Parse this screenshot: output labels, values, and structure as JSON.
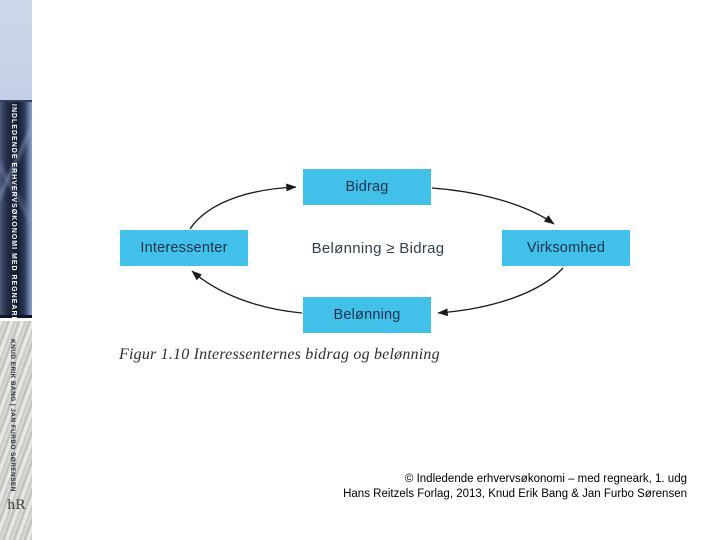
{
  "spine": {
    "series_title": "INDLEDENDE ERHVERVSØKONOMI MED REGNEARK",
    "authors": "KNUD ERIK BANG | JAN FURBO SØRENSEN",
    "publisher_logo": "hR"
  },
  "diagram": {
    "type": "cycle",
    "nodes": {
      "top": "Bidrag",
      "left": "Interessenter",
      "right": "Virksomhed",
      "bottom": "Belønning"
    },
    "center_text": "Belønning ≥ Bidrag",
    "flow": [
      "Interessenter → Bidrag",
      "Bidrag → Virksomhed",
      "Virksomhed → Belønning",
      "Belønning → Interessenter"
    ],
    "colors": {
      "node_fill": "#41c0ea",
      "node_text": "#17324a",
      "arrow": "#1a1a1a"
    }
  },
  "caption": "Figur 1.10 Interessenternes bidrag og belønning",
  "footer": {
    "line1": "© Indledende erhvervsøkonomi – med regneark, 1. udg",
    "line2": "Hans Reitzels Forlag, 2013, Knud Erik Bang & Jan Furbo Sørensen"
  }
}
